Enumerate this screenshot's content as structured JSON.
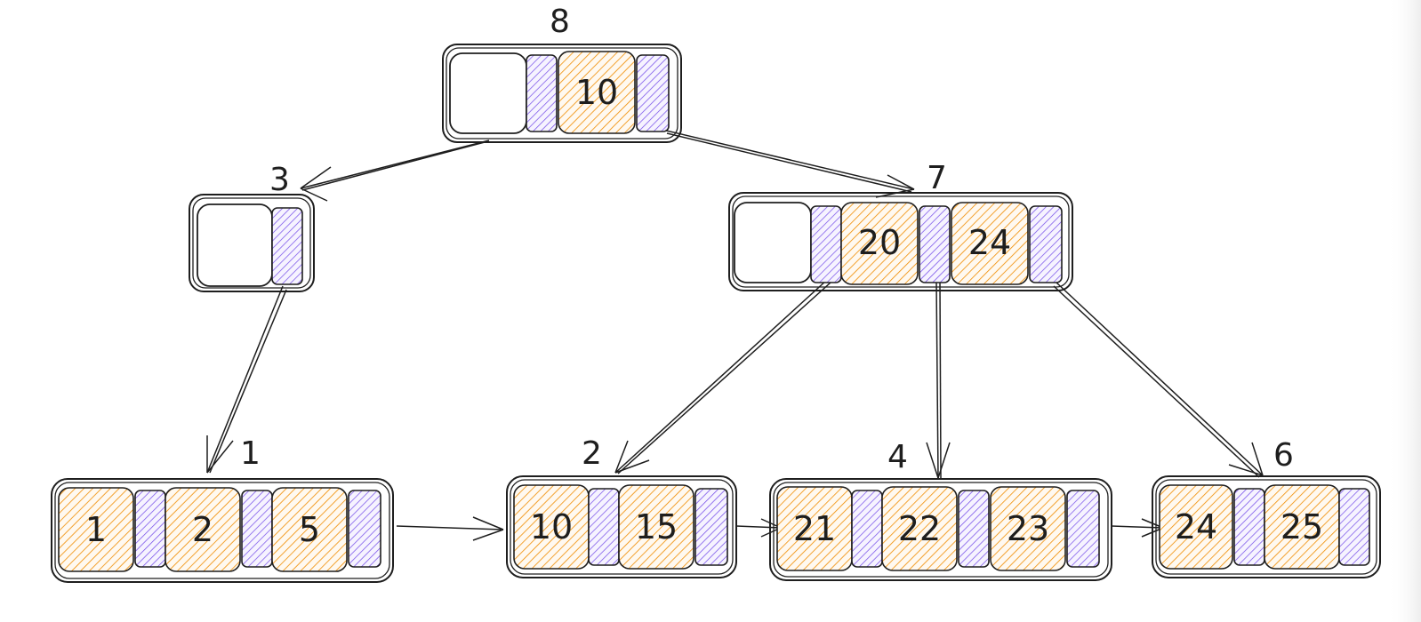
{
  "nodes": {
    "n8": {
      "label": "8",
      "keys": [
        "10"
      ]
    },
    "n3": {
      "label": "3",
      "keys": []
    },
    "n7": {
      "label": "7",
      "keys": [
        "20",
        "24"
      ]
    },
    "n1": {
      "label": "1",
      "keys": [
        "1",
        "2",
        "5"
      ]
    },
    "n2": {
      "label": "2",
      "keys": [
        "10",
        "15"
      ]
    },
    "n4": {
      "label": "4",
      "keys": [
        "21",
        "22",
        "23"
      ]
    },
    "n6": {
      "label": "6",
      "keys": [
        "24",
        "25"
      ]
    }
  },
  "colors": {
    "key_fill": "#f08c00",
    "pointer_fill": "#7048e8",
    "stroke": "#1e1e1e",
    "background": "#ffffff"
  }
}
